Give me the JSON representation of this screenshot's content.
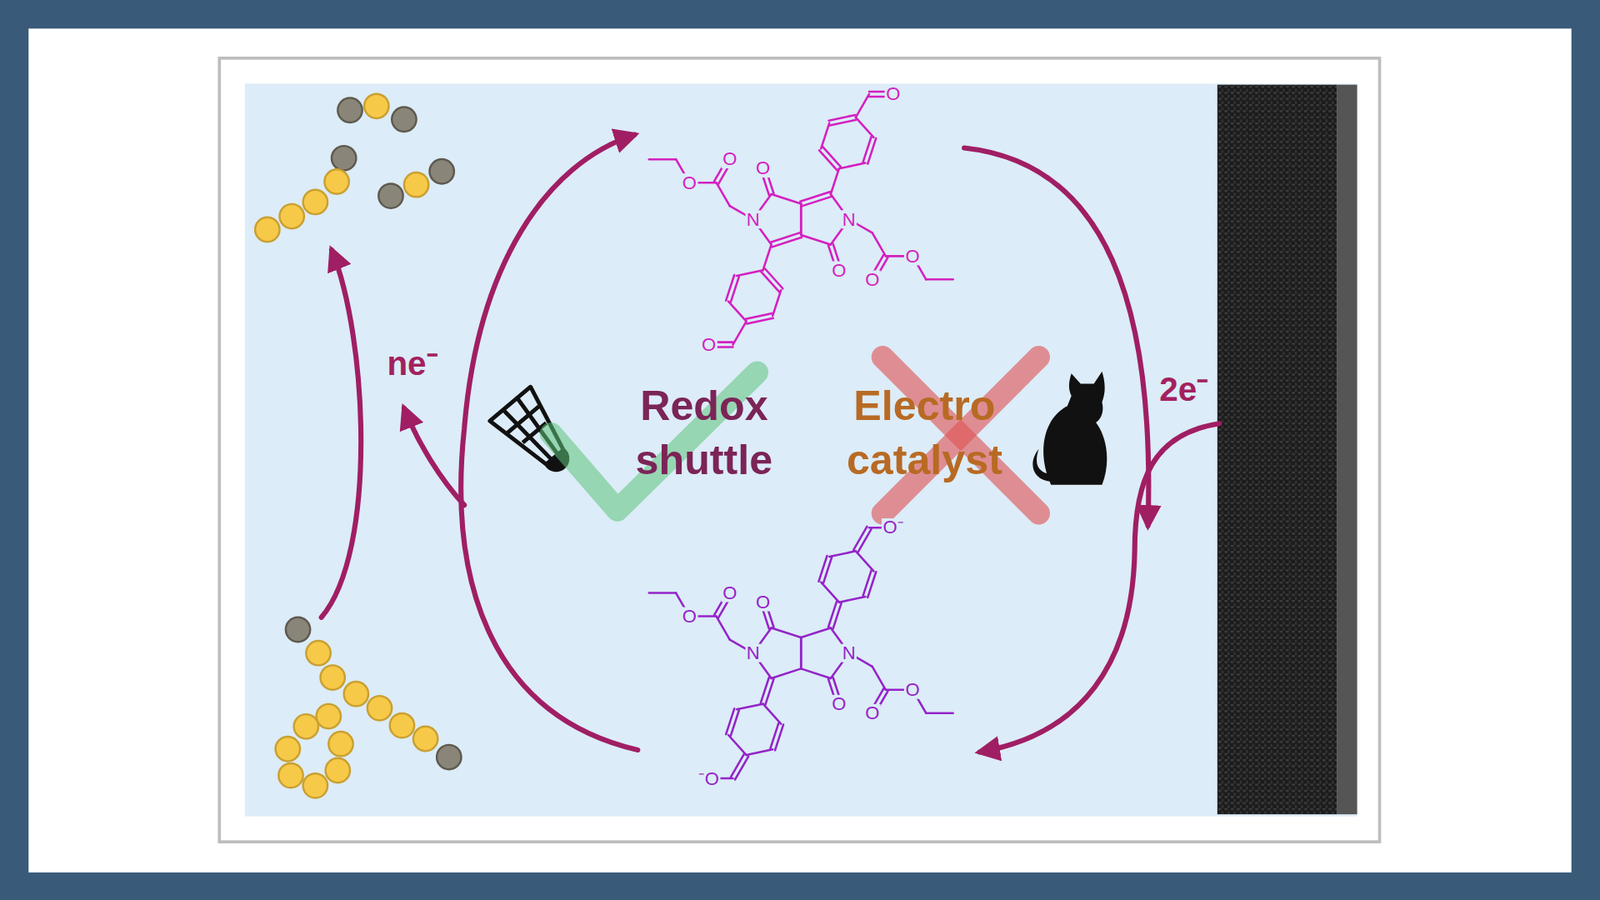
{
  "diagram": {
    "labels": [
      "ne⁻",
      "2e⁻",
      "Redox shuttle",
      "Electro catalyst",
      "O",
      "O",
      "O",
      "O",
      "N",
      "N",
      "O",
      "O",
      "O",
      "O",
      "O",
      "O",
      "O",
      "O⁻",
      "N",
      "N",
      "O",
      "O",
      "O",
      "⁻O"
    ]
  }
}
